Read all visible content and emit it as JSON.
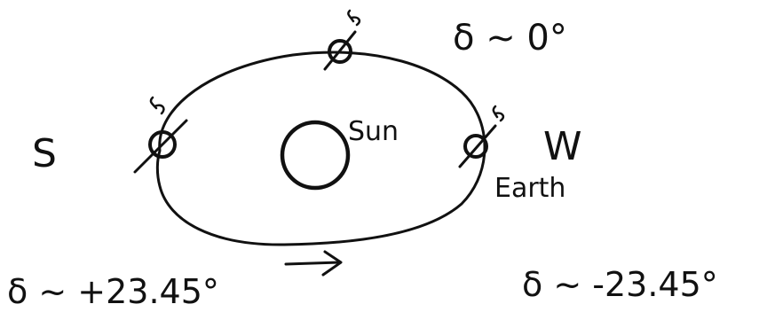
{
  "labels": {
    "sun": "Sun",
    "earth": "Earth",
    "south": "S",
    "west": "W",
    "decl_top": "δ ~ 0°",
    "decl_bottom_left": "δ ~ +23.45°",
    "decl_bottom_right": "δ ~ -23.45°"
  },
  "colors": {
    "ink": "#111111",
    "background": "#ffffff"
  },
  "icons": {
    "orbit_direction": "arrow-right-icon"
  }
}
